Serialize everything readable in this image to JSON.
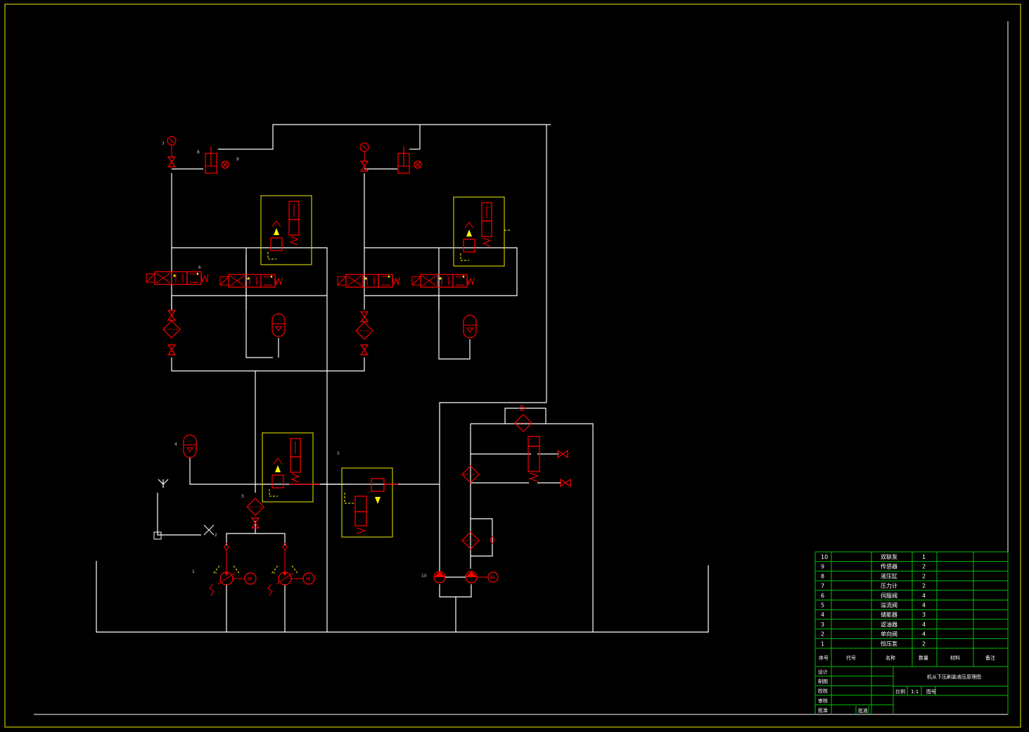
{
  "colors": {
    "background": "#000000",
    "frame": "#c8c800",
    "pipe": "#ffffff",
    "component": "#ff0000",
    "dashed_box": "#c8c800",
    "table_line": "#00c000",
    "highlight": "#ffff00",
    "quantity_highlight": "#00ff00"
  },
  "callouts": {
    "n1": "1",
    "n2": "2",
    "n3": "3",
    "n4": "4",
    "n5": "5",
    "n6": "6",
    "n7": "7",
    "n8": "8",
    "n9": "9",
    "n10": "10"
  },
  "parts_table": {
    "rows": [
      {
        "no": "10",
        "name": "双联泵",
        "qty": "1"
      },
      {
        "no": "9",
        "name": "传感器",
        "qty": "2"
      },
      {
        "no": "8",
        "name": "液压缸",
        "qty": "2"
      },
      {
        "no": "7",
        "name": "压力计",
        "qty": "2"
      },
      {
        "no": "6",
        "name": "伺服阀",
        "qty": "4"
      },
      {
        "no": "5",
        "name": "溢流阀",
        "qty": "4"
      },
      {
        "no": "4",
        "name": "储能器",
        "qty": "3"
      },
      {
        "no": "3",
        "name": "滤油器",
        "qty": "4"
      },
      {
        "no": "2",
        "name": "单向阀",
        "qty": "4"
      },
      {
        "no": "1",
        "name": "恒压泵",
        "qty": "2"
      }
    ],
    "headers": {
      "no": "序号",
      "code": "代号",
      "name": "名称",
      "qty": "数量",
      "material": "材料",
      "remark": "备注"
    }
  },
  "title_block": {
    "drawing_title": "机从下压刷装液压原理图",
    "sign_rows": [
      "设计",
      "制图",
      "校核",
      "审核",
      "批准"
    ],
    "approver_value": "批准",
    "scale_label": "比例",
    "scale_value": "1:1",
    "sheet_label": "图号"
  }
}
